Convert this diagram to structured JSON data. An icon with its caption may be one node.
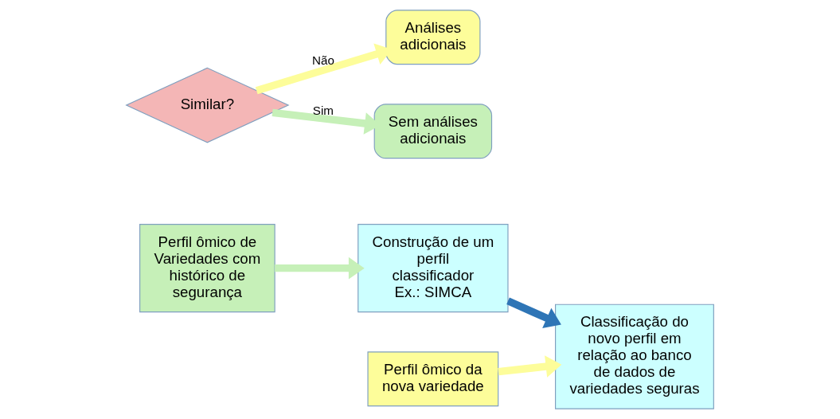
{
  "diagram": {
    "nodes": [
      {
        "text": [
          "Perfil ômico de Variedades com histórico de segurança"
        ]
      },
      {
        "text": [
          "Construção de um perfil classificador",
          "Ex.: SIMCA"
        ]
      },
      {
        "text": [
          "Classificação do novo perfil em relação ao banco de dados de variedades seguras"
        ]
      },
      {
        "text": [
          "Perfil ômico da nova variedade"
        ]
      },
      {
        "text": [
          "Similar?"
        ]
      },
      {
        "text": [
          "Análises adicionais"
        ]
      },
      {
        "text": [
          "Sem análises adicionais"
        ]
      }
    ],
    "edges": [
      {
        "from": 0,
        "to": 1,
        "arrow": "to",
        "color": "#c6f0b8"
      },
      {
        "from": 1,
        "to": 2,
        "arrow": "to",
        "color": "#2e75b6"
      },
      {
        "from": 3,
        "to": 2,
        "arrow": "to",
        "color": "#fdfd9a"
      },
      {
        "from": 4,
        "to": 5,
        "label": "Não",
        "arrow": "to",
        "color": "#fdfd9a"
      },
      {
        "from": 4,
        "to": 6,
        "label": "Sim",
        "arrow": "to",
        "color": "#c6f0b8"
      }
    ]
  }
}
